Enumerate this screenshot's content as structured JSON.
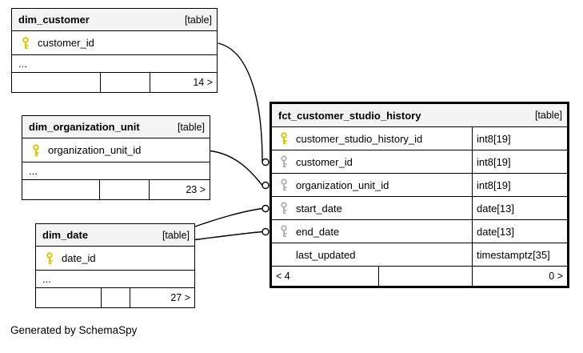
{
  "diagram": {
    "generator_note": "Generated by SchemaSpy"
  },
  "colors": {
    "pk_key": "#ddc800",
    "fk_key": "#b4b4b4",
    "header_bg": "#f4f4f4",
    "table_border": "#000000",
    "connector": "#000000"
  },
  "icons": {
    "primary_key_icon": "yellow key glyph",
    "foreign_key_icon": "gray key glyph"
  },
  "tables": {
    "dim_customer": {
      "name": "dim_customer",
      "badge": "[table]",
      "columns": [
        {
          "name": "customer_id",
          "key": "pk"
        }
      ],
      "more_columns_indicator": "...",
      "footer": {
        "right_count": "14 >"
      }
    },
    "dim_organization_unit": {
      "name": "dim_organization_unit",
      "badge": "[table]",
      "columns": [
        {
          "name": "organization_unit_id",
          "key": "pk"
        }
      ],
      "more_columns_indicator": "...",
      "footer": {
        "right_count": "23 >"
      }
    },
    "dim_date": {
      "name": "dim_date",
      "badge": "[table]",
      "columns": [
        {
          "name": "date_id",
          "key": "pk"
        }
      ],
      "more_columns_indicator": "...",
      "footer": {
        "right_count": "27 >"
      }
    },
    "fct_customer_studio_history": {
      "name": "fct_customer_studio_history",
      "badge": "[table]",
      "columns": [
        {
          "name": "customer_studio_history_id",
          "type": "int8[19]",
          "key": "pk"
        },
        {
          "name": "customer_id",
          "type": "int8[19]",
          "key": "fk"
        },
        {
          "name": "organization_unit_id",
          "type": "int8[19]",
          "key": "fk"
        },
        {
          "name": "start_date",
          "type": "date[13]",
          "key": "fk"
        },
        {
          "name": "end_date",
          "type": "date[13]",
          "key": "fk"
        },
        {
          "name": "last_updated",
          "type": "timestamptz[35]",
          "key": "none"
        }
      ],
      "footer": {
        "left_count": "< 4",
        "right_count": "0 >"
      }
    }
  },
  "relationships": [
    {
      "from": "dim_customer.customer_id",
      "to": "fct_customer_studio_history.customer_id"
    },
    {
      "from": "dim_organization_unit.organization_unit_id",
      "to": "fct_customer_studio_history.organization_unit_id"
    },
    {
      "from": "dim_date.date_id",
      "to": "fct_customer_studio_history.start_date"
    },
    {
      "from": "dim_date.date_id",
      "to": "fct_customer_studio_history.end_date"
    }
  ]
}
